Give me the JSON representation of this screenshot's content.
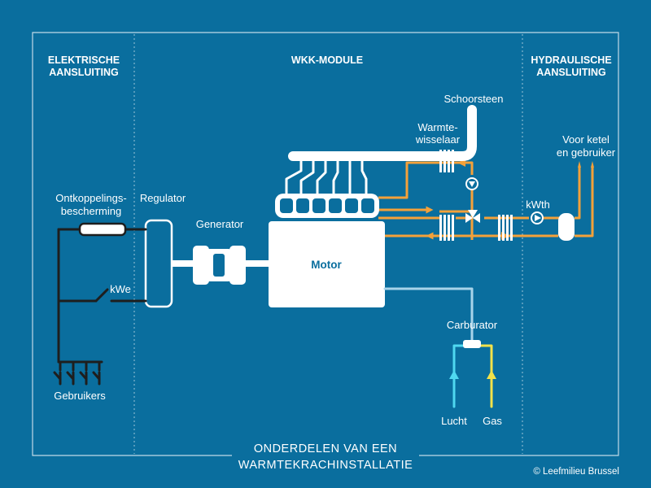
{
  "sections": {
    "electric": [
      "ELEKTRISCHE",
      "AANSLUITING"
    ],
    "module": "WKK-MODULE",
    "hydraulic": [
      "HYDRAULISCHE",
      "AANSLUITING"
    ]
  },
  "labels": {
    "chimney": "Schoorsteen",
    "heat_exchanger": [
      "Warmte-",
      "wisselaar"
    ],
    "boiler_user": [
      "Voor ketel",
      "en gebruiker"
    ],
    "decoupling": [
      "Ontkoppelings-",
      "bescherming"
    ],
    "regulator": "Regulator",
    "generator": "Generator",
    "motor": "Motor",
    "kwe": "kWe",
    "kwth": "kWth",
    "carburetor": "Carburator",
    "users": "Gebruikers",
    "air": "Lucht",
    "gas": "Gas"
  },
  "title": [
    "ONDERDELEN VAN EEN",
    "WARMTEKRACHINSTALLATIE"
  ],
  "copyright": "© Leefmilieu Brussel",
  "colors": {
    "background": "#0a6e9e",
    "hot_water": "#f4a13a",
    "air": "#4fd8f0",
    "gas": "#f2e24a",
    "exhaust": "#a8d4ea",
    "components": "#ffffff",
    "wiring": "#1e1e1e"
  }
}
